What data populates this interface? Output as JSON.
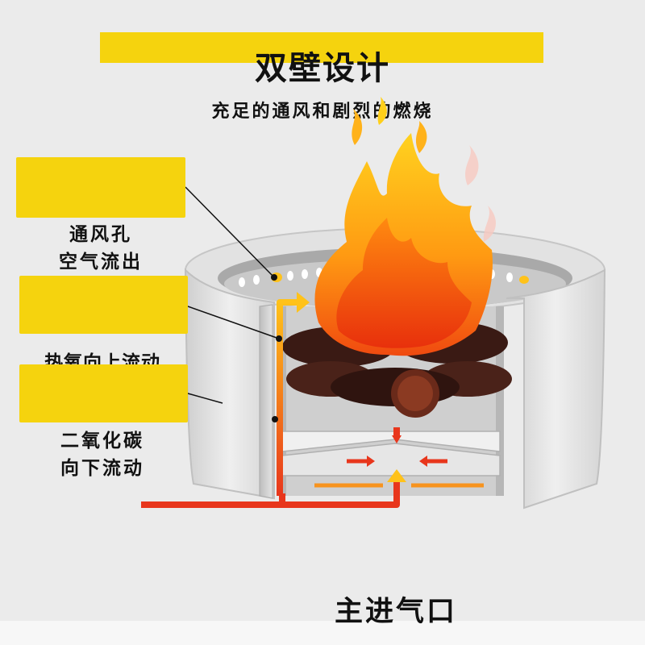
{
  "title": "双壁设计",
  "subtitle": "充足的通风和剧烈的燃烧",
  "callouts": [
    {
      "line1": "通风孔",
      "line2": "空气流出"
    },
    {
      "line1": "热氧向上流动",
      "line2": ""
    },
    {
      "line1": "二氧化碳",
      "line2": "向下流动"
    }
  ],
  "main_inlet_label": "主进气口",
  "colors": {
    "accent_yellow": "#f5d30e",
    "flow_red": "#e8361c",
    "flow_orange": "#f7931e",
    "flame_yellow": "#ffcf1a",
    "steel": "#dcdcdc"
  }
}
